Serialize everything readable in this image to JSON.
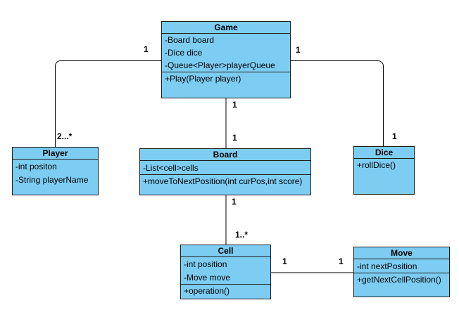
{
  "diagram": {
    "type": "uml-class-diagram",
    "background_color": "#ffffff",
    "class_fill_color": "#7dcdf2",
    "class_border_color": "#1c1c1c",
    "association_color": "#7f7f7f",
    "link_color": "#000000"
  },
  "classes": [
    {
      "name": "Game",
      "attributes": [
        "-Board board",
        "-Dice dice",
        "-Queue<Player>playerQueue"
      ],
      "methods": [
        "+Play(Player player)"
      ]
    },
    {
      "name": "Player",
      "attributes": [
        "-int positon",
        "-String playerName"
      ],
      "methods": []
    },
    {
      "name": "Board",
      "attributes": [
        "-List<cell>cells"
      ],
      "methods": [
        "+moveToNextPosition(int curPos,int score)"
      ]
    },
    {
      "name": "Dice",
      "attributes": [],
      "methods": [
        "+rollDice()"
      ]
    },
    {
      "name": "Cell",
      "attributes": [
        "-int position",
        "-Move move"
      ],
      "methods": [
        "+operation()"
      ]
    },
    {
      "name": "Move",
      "attributes": [
        "-int nextPosition"
      ],
      "methods": [
        "+getNextCellPosition()"
      ]
    }
  ],
  "relationships": [
    {
      "from": "Game",
      "to": "Player",
      "from_multiplicity": "1",
      "to_multiplicity": "2...*"
    },
    {
      "from": "Game",
      "to": "Dice",
      "from_multiplicity": "1",
      "to_multiplicity": "1"
    },
    {
      "from": "Game",
      "to": "Board",
      "from_multiplicity": "1",
      "to_multiplicity": "1"
    },
    {
      "from": "Board",
      "to": "Cell",
      "from_multiplicity": "1",
      "to_multiplicity": "1..*"
    },
    {
      "from": "Cell",
      "to": "Move",
      "from_multiplicity": "1",
      "to_multiplicity": "1"
    }
  ]
}
